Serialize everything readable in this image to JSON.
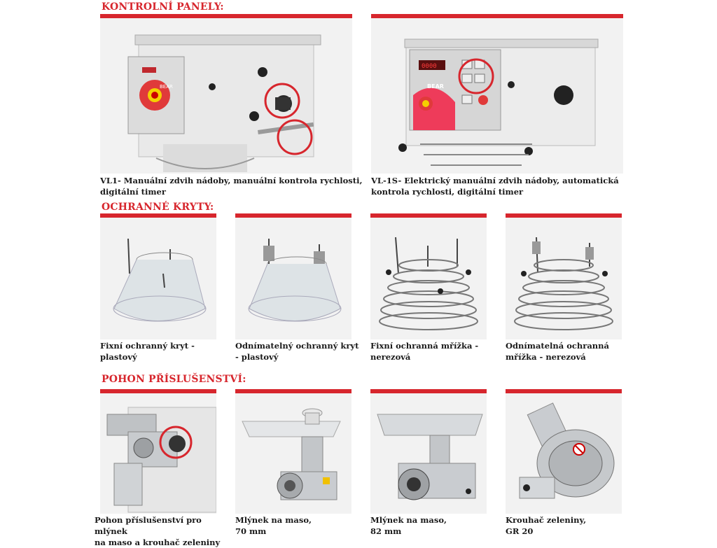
{
  "sections": {
    "control_panels": {
      "title": "KONTROLNÍ PANELY:"
    },
    "guards": {
      "title": "OCHRANNÉ KRYTY:"
    },
    "drive": {
      "title": "POHON PŘÍSLUŠENSTVÍ:"
    }
  },
  "control_panels": [
    {
      "line1": "VL1- Manuální zdvih nádoby, manuální kontrola rychlosti,",
      "line2": "digitální timer",
      "panel_brand": "BEAR"
    },
    {
      "line1": "VL-1S- Elektrický manuální zdvih nádoby, automatická",
      "line2": "kontrola rychlosti, digitální timer",
      "panel_brand": "BEAR"
    }
  ],
  "guards": [
    {
      "line1": "Fixní ochranný kryt -",
      "line2": "plastový"
    },
    {
      "line1": "Odnímatelný ochranný kryt",
      "line2": "- plastový"
    },
    {
      "line1": "Fixní ochranná mřížka -",
      "line2": "nerezová"
    },
    {
      "line1": "Odnímatelná ochranná",
      "line2": "mřížka - nerezová"
    }
  ],
  "drive": [
    {
      "line1": "Pohon příslušenství pro mlýnek",
      "line2": "na maso a krouhač zeleniny"
    },
    {
      "line1": "Mlýnek na maso,",
      "line2": "70 mm"
    },
    {
      "line1": "Mlýnek na maso,",
      "line2": "82 mm"
    },
    {
      "line1": "Krouhač zeleniny,",
      "line2": "GR 20"
    }
  ],
  "colors": {
    "accent": "#d7262d",
    "photo_bg": "#ececec",
    "steel": "#b9bcc0"
  }
}
